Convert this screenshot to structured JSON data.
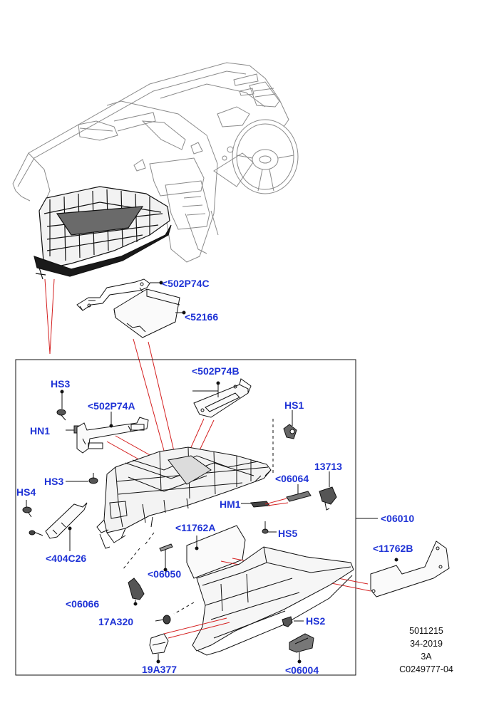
{
  "labels": {
    "p502P74C": "<502P74C",
    "p52166": "<52166",
    "p502P74B": "<502P74B",
    "hs3_top": "HS3",
    "p502P74A": "<502P74A",
    "hs1": "HS1",
    "hn1": "HN1",
    "hs3_mid": "HS3",
    "p13713": "13713",
    "p06064": "<06064",
    "hs4": "HS4",
    "hm1": "HM1",
    "p06010": "<06010",
    "p11762A": "<11762A",
    "hs5": "HS5",
    "p404C26": "<404C26",
    "p11762B": "<11762B",
    "p06050": "<06050",
    "p06066": "<06066",
    "p17A320": "17A320",
    "hs2": "HS2",
    "p19A377": "19A377",
    "p06004": "<06004"
  },
  "reference": {
    "line1": "5011215",
    "line2": "34-2019",
    "line3": "3A",
    "line4": "C0249777-04"
  },
  "colors": {
    "callout_text": "#1f33d6",
    "leader_lines": "#d42020",
    "outline": "#111111",
    "ghost_outline": "#8a8a8a"
  }
}
